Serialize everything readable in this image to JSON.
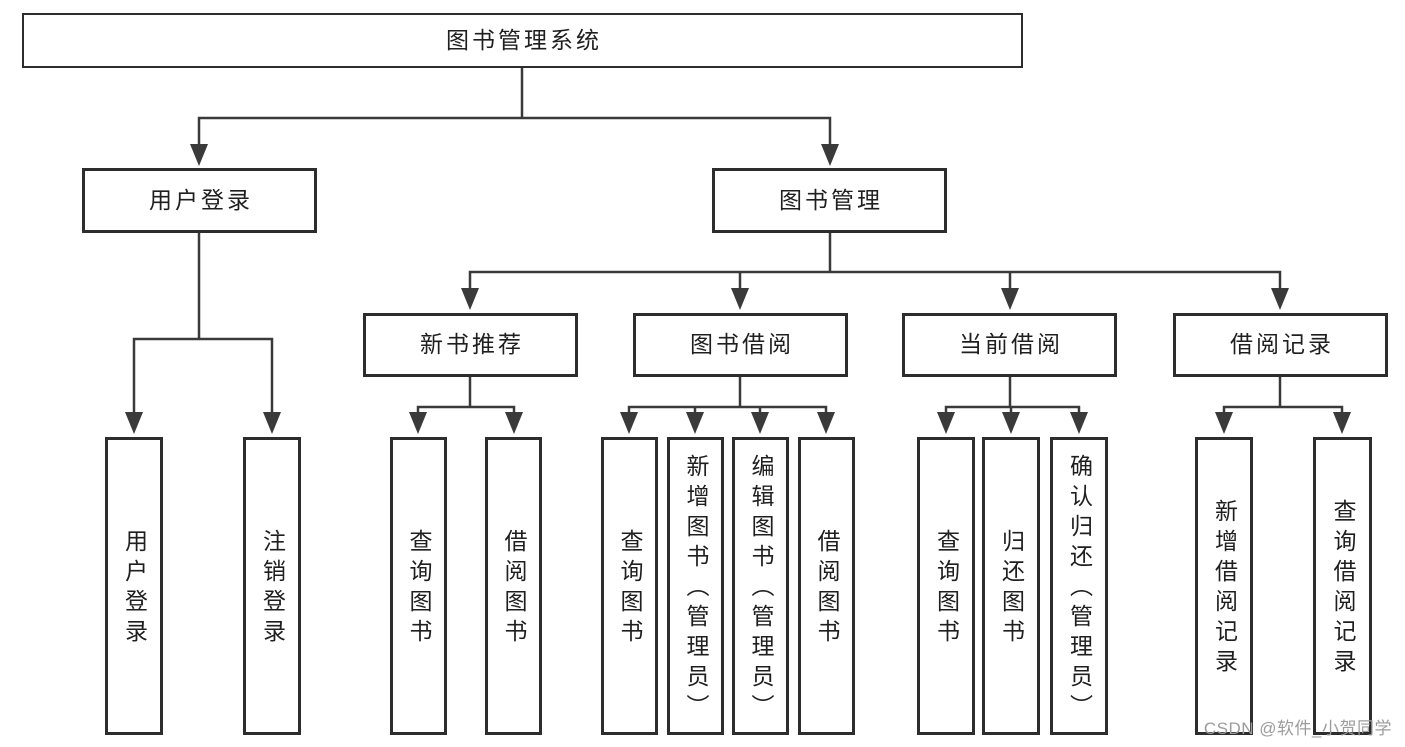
{
  "diagram": {
    "root": {
      "label": "图书管理系统"
    },
    "level2": {
      "user": {
        "label": "用户登录"
      },
      "book": {
        "label": "图书管理"
      }
    },
    "user_children": [
      {
        "label": "用户登录"
      },
      {
        "label": "注销登录"
      }
    ],
    "sections": [
      {
        "label": "新书推荐",
        "children": [
          {
            "label": "查询图书"
          },
          {
            "label": "借阅图书"
          }
        ]
      },
      {
        "label": "图书借阅",
        "children": [
          {
            "label": "查询图书"
          },
          {
            "label": "新增图书（管理员）"
          },
          {
            "label": "编辑图书（管理员）"
          },
          {
            "label": "借阅图书"
          }
        ]
      },
      {
        "label": "当前借阅",
        "children": [
          {
            "label": "查询图书"
          },
          {
            "label": "归还图书"
          },
          {
            "label": "确认归还（管理员）"
          }
        ]
      },
      {
        "label": "借阅记录",
        "children": [
          {
            "label": "新增借阅记录"
          },
          {
            "label": "查询借阅记录"
          }
        ]
      }
    ],
    "watermark": "CSDN @软件_小贺同学",
    "colors": {
      "line": "#3a3a3a",
      "border": "#2d2d2d",
      "text": "#1f1f1f",
      "watermark": "#9c9c9c",
      "background": "#ffffff"
    }
  }
}
